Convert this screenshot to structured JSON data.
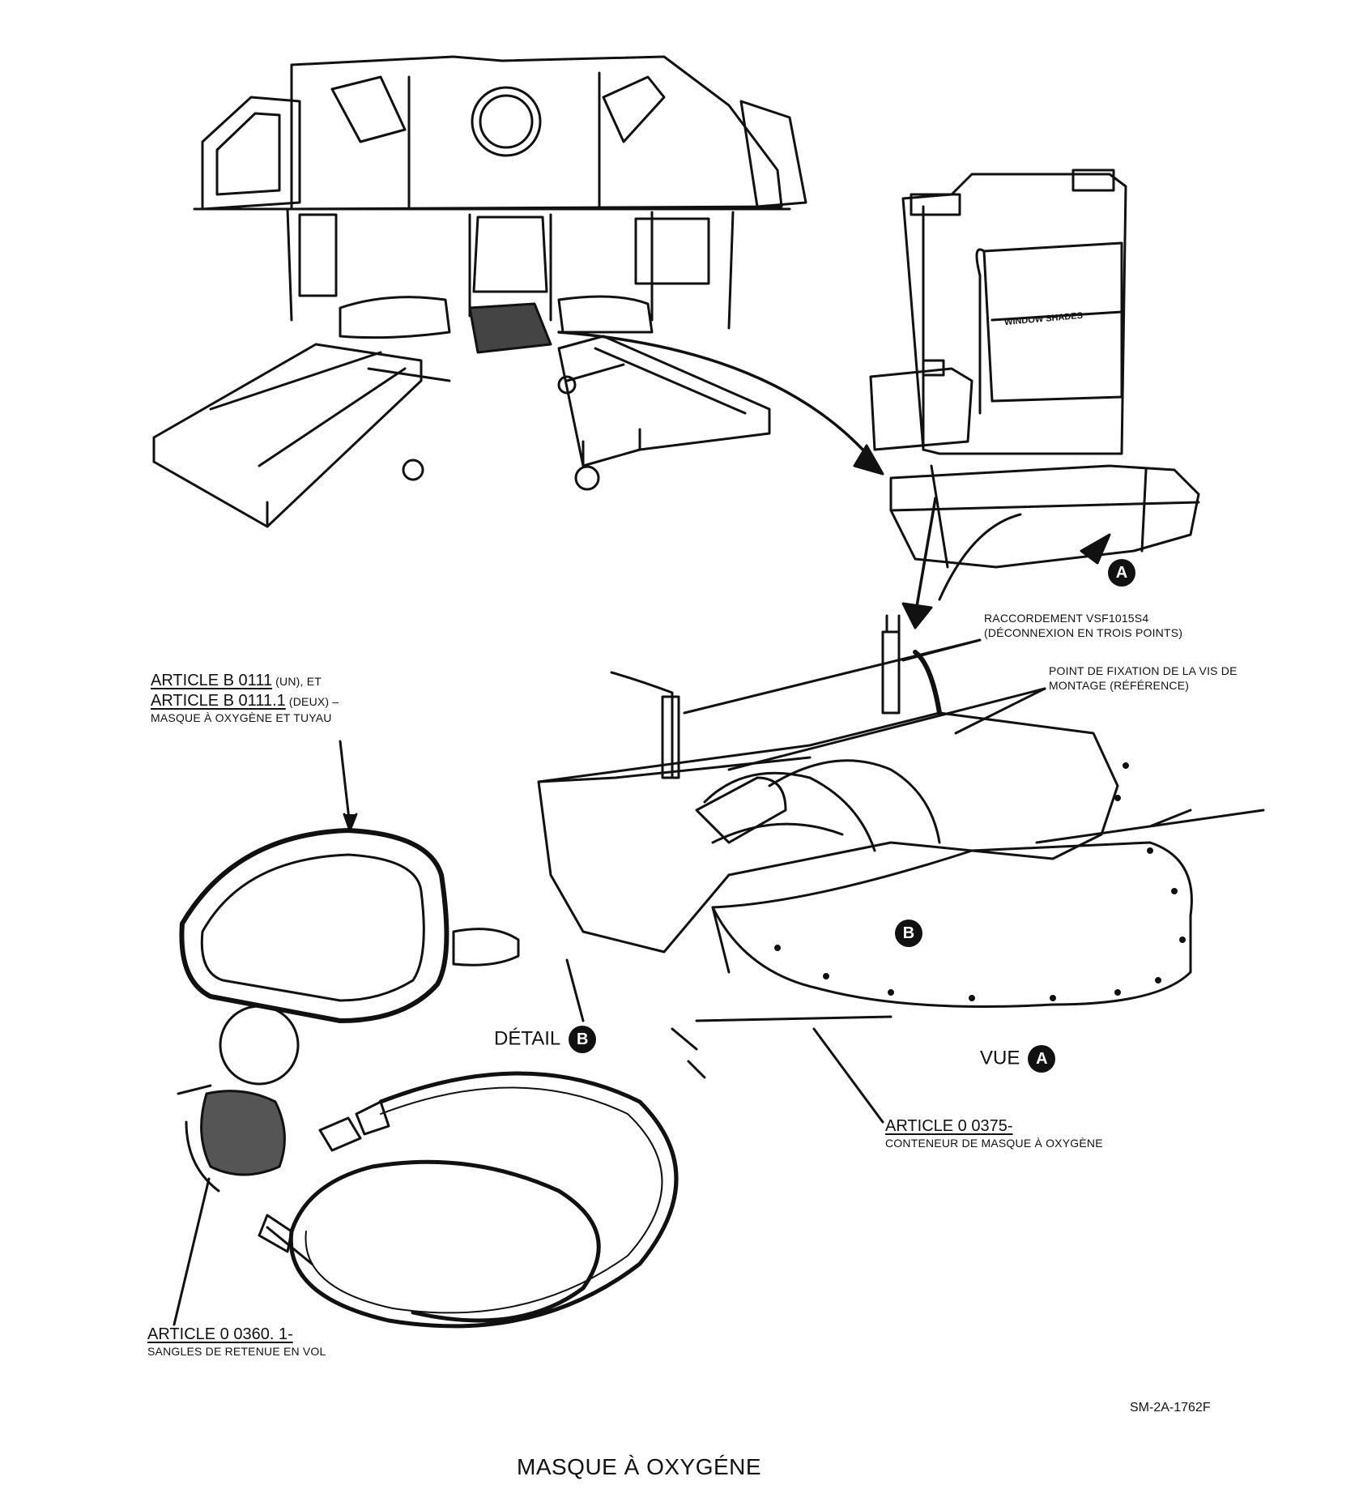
{
  "labels": {
    "raccordement_line1": "RACCORDEMENT VSF1015S4",
    "raccordement_line2": "(DÉCONNEXION EN TROIS POINTS)",
    "point_fixation_line1": "POINT DE FIXATION DE LA VIS DE",
    "point_fixation_line2": "MONTAGE (RÉFÉRENCE)",
    "article_b0111_ref": "ARTICLE B 0111",
    "article_b0111_suffix": " (UN), ET",
    "article_b01111_ref": "ARTICLE B 0111.1",
    "article_b01111_suffix": " (DEUX) –",
    "article_b0111_desc": "MASQUE À OXYGÈNE ET TUYAU",
    "article_00375_ref": "ARTICLE 0 0375-",
    "article_00375_desc": "CONTENEUR DE MASQUE À OXYGÈNE",
    "article_00360_ref": "ARTICLE 0 0360. 1-",
    "article_00360_desc": "SANGLES DE RETENUE EN VOL",
    "detail_title": "DÉTAIL",
    "detail_letter": "B",
    "view_title": "VUE",
    "view_letter": "A",
    "callout_a": "A",
    "callout_b": "B",
    "panel_text": "WINDOW SHADES",
    "drawing_code": "SM-2A-1762F",
    "figure_caption": "MASQUE À OXYGÉNE"
  }
}
